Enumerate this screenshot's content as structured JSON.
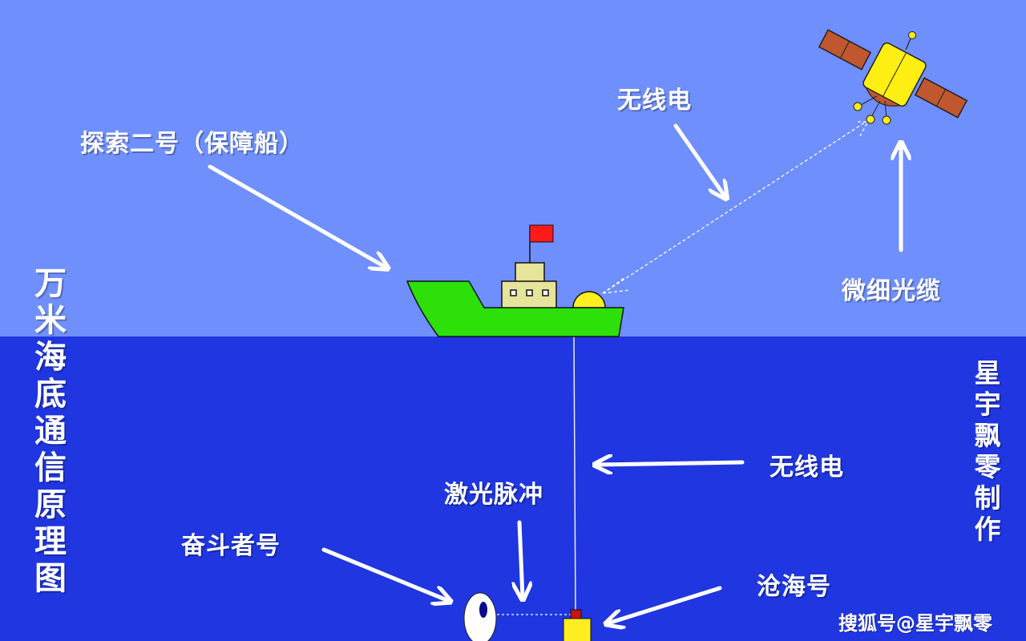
{
  "colors": {
    "sky": "#6f8ffc",
    "sea": "#1f36e0",
    "ship_hull": "#2ee00a",
    "cabin": "#e6e39a",
    "flag": "#ff1a1a",
    "satellite_body": "#ffee11",
    "solar_panel": "#c0572e",
    "beacon": "#ffee22"
  },
  "title": "万米海底通信原理图",
  "credit": "星宇飘零制作",
  "watermark": "搜狐号@星宇飘零",
  "labels": {
    "support_ship": "探索二号（保障船）",
    "radio_top": "无线电",
    "micro_cable": "微细光缆",
    "radio_underwater": "无线电",
    "laser_pulse": "激光脉冲",
    "fendouzhe": "奋斗者号",
    "canghai": "沧海号"
  },
  "icons": {
    "satellite": "satellite-icon",
    "ship": "ship-icon",
    "submersible": "submersible-icon",
    "lander": "lander-icon"
  }
}
